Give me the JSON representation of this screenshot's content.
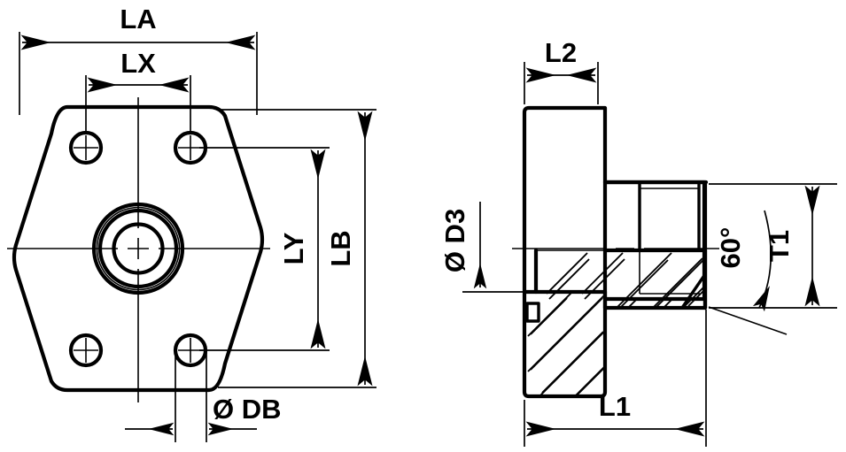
{
  "drawing": {
    "title": "SAE flange head fitting technical drawing",
    "background_color": "#ffffff",
    "line_color": "#000000",
    "views": [
      {
        "name": "front-view",
        "description": "Flange face view with four bolt holes and concentric bore circles"
      },
      {
        "name": "section-view",
        "description": "Half-section side view with hatching, O-ring groove and 60 degree chamfer"
      }
    ]
  },
  "dimensions": {
    "la": "LA",
    "lx": "LX",
    "lb": "LB",
    "ly": "LY",
    "db": "Ø DB",
    "l1": "L1",
    "l2": "L2",
    "d3": "Ø D3",
    "t1": "T1",
    "angle": "60°"
  }
}
